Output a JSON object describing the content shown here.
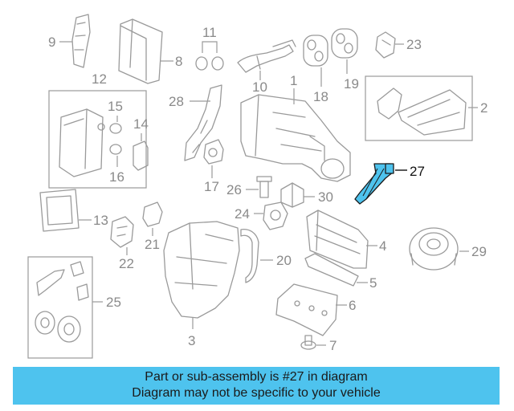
{
  "callouts": [
    "1",
    "2",
    "3",
    "4",
    "5",
    "6",
    "7",
    "8",
    "9",
    "10",
    "11",
    "12",
    "13",
    "14",
    "15",
    "16",
    "17",
    "18",
    "19",
    "20",
    "21",
    "22",
    "23",
    "24",
    "25",
    "26",
    "27",
    "28",
    "29",
    "30"
  ],
  "highlight": {
    "part_number": "27",
    "color": "#4ec3ee"
  },
  "banner": {
    "line1": "Part or sub-assembly is #27 in diagram",
    "line2": "Diagram may not be specific to your vehicle",
    "background": "#4ec3ee"
  }
}
